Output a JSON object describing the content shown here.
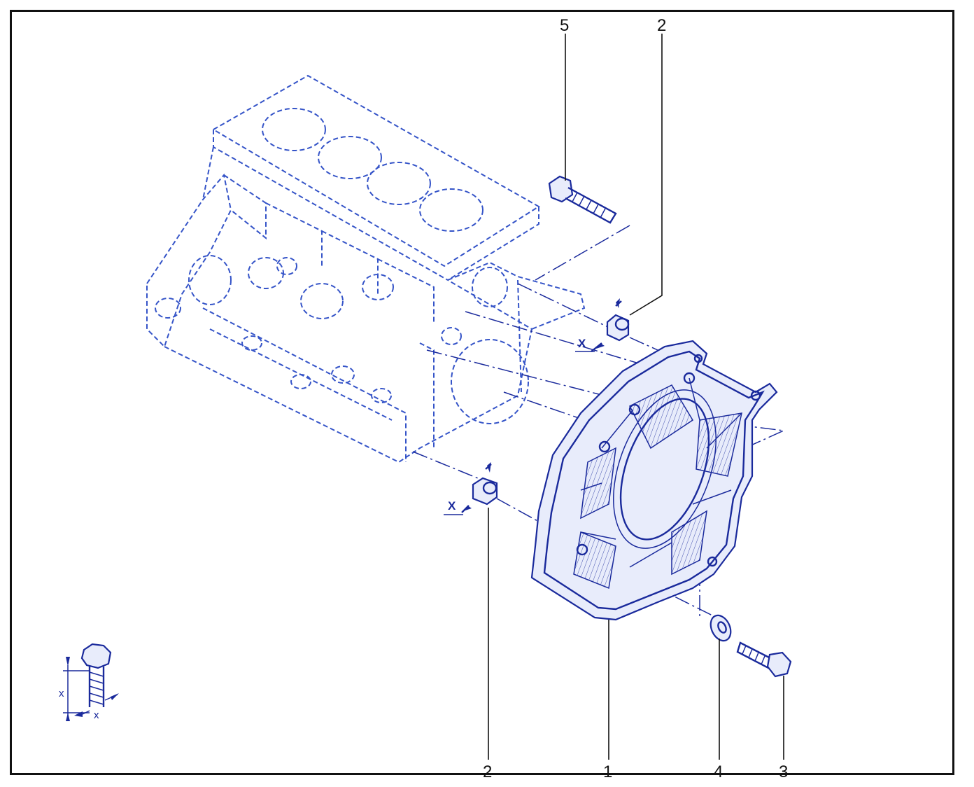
{
  "diagram": {
    "callouts": {
      "c5": "5",
      "c2_top": "2",
      "c2_bottom": "2",
      "c1": "1",
      "c4": "4",
      "c3": "3"
    },
    "markers": {
      "x_upper": "X",
      "x_lower": "X",
      "legend_x_vertical": "x",
      "legend_x_horizontal": "x"
    },
    "colors": {
      "line": "#1a2a9c",
      "dashed": "#3554c8",
      "text": "#111111"
    }
  }
}
